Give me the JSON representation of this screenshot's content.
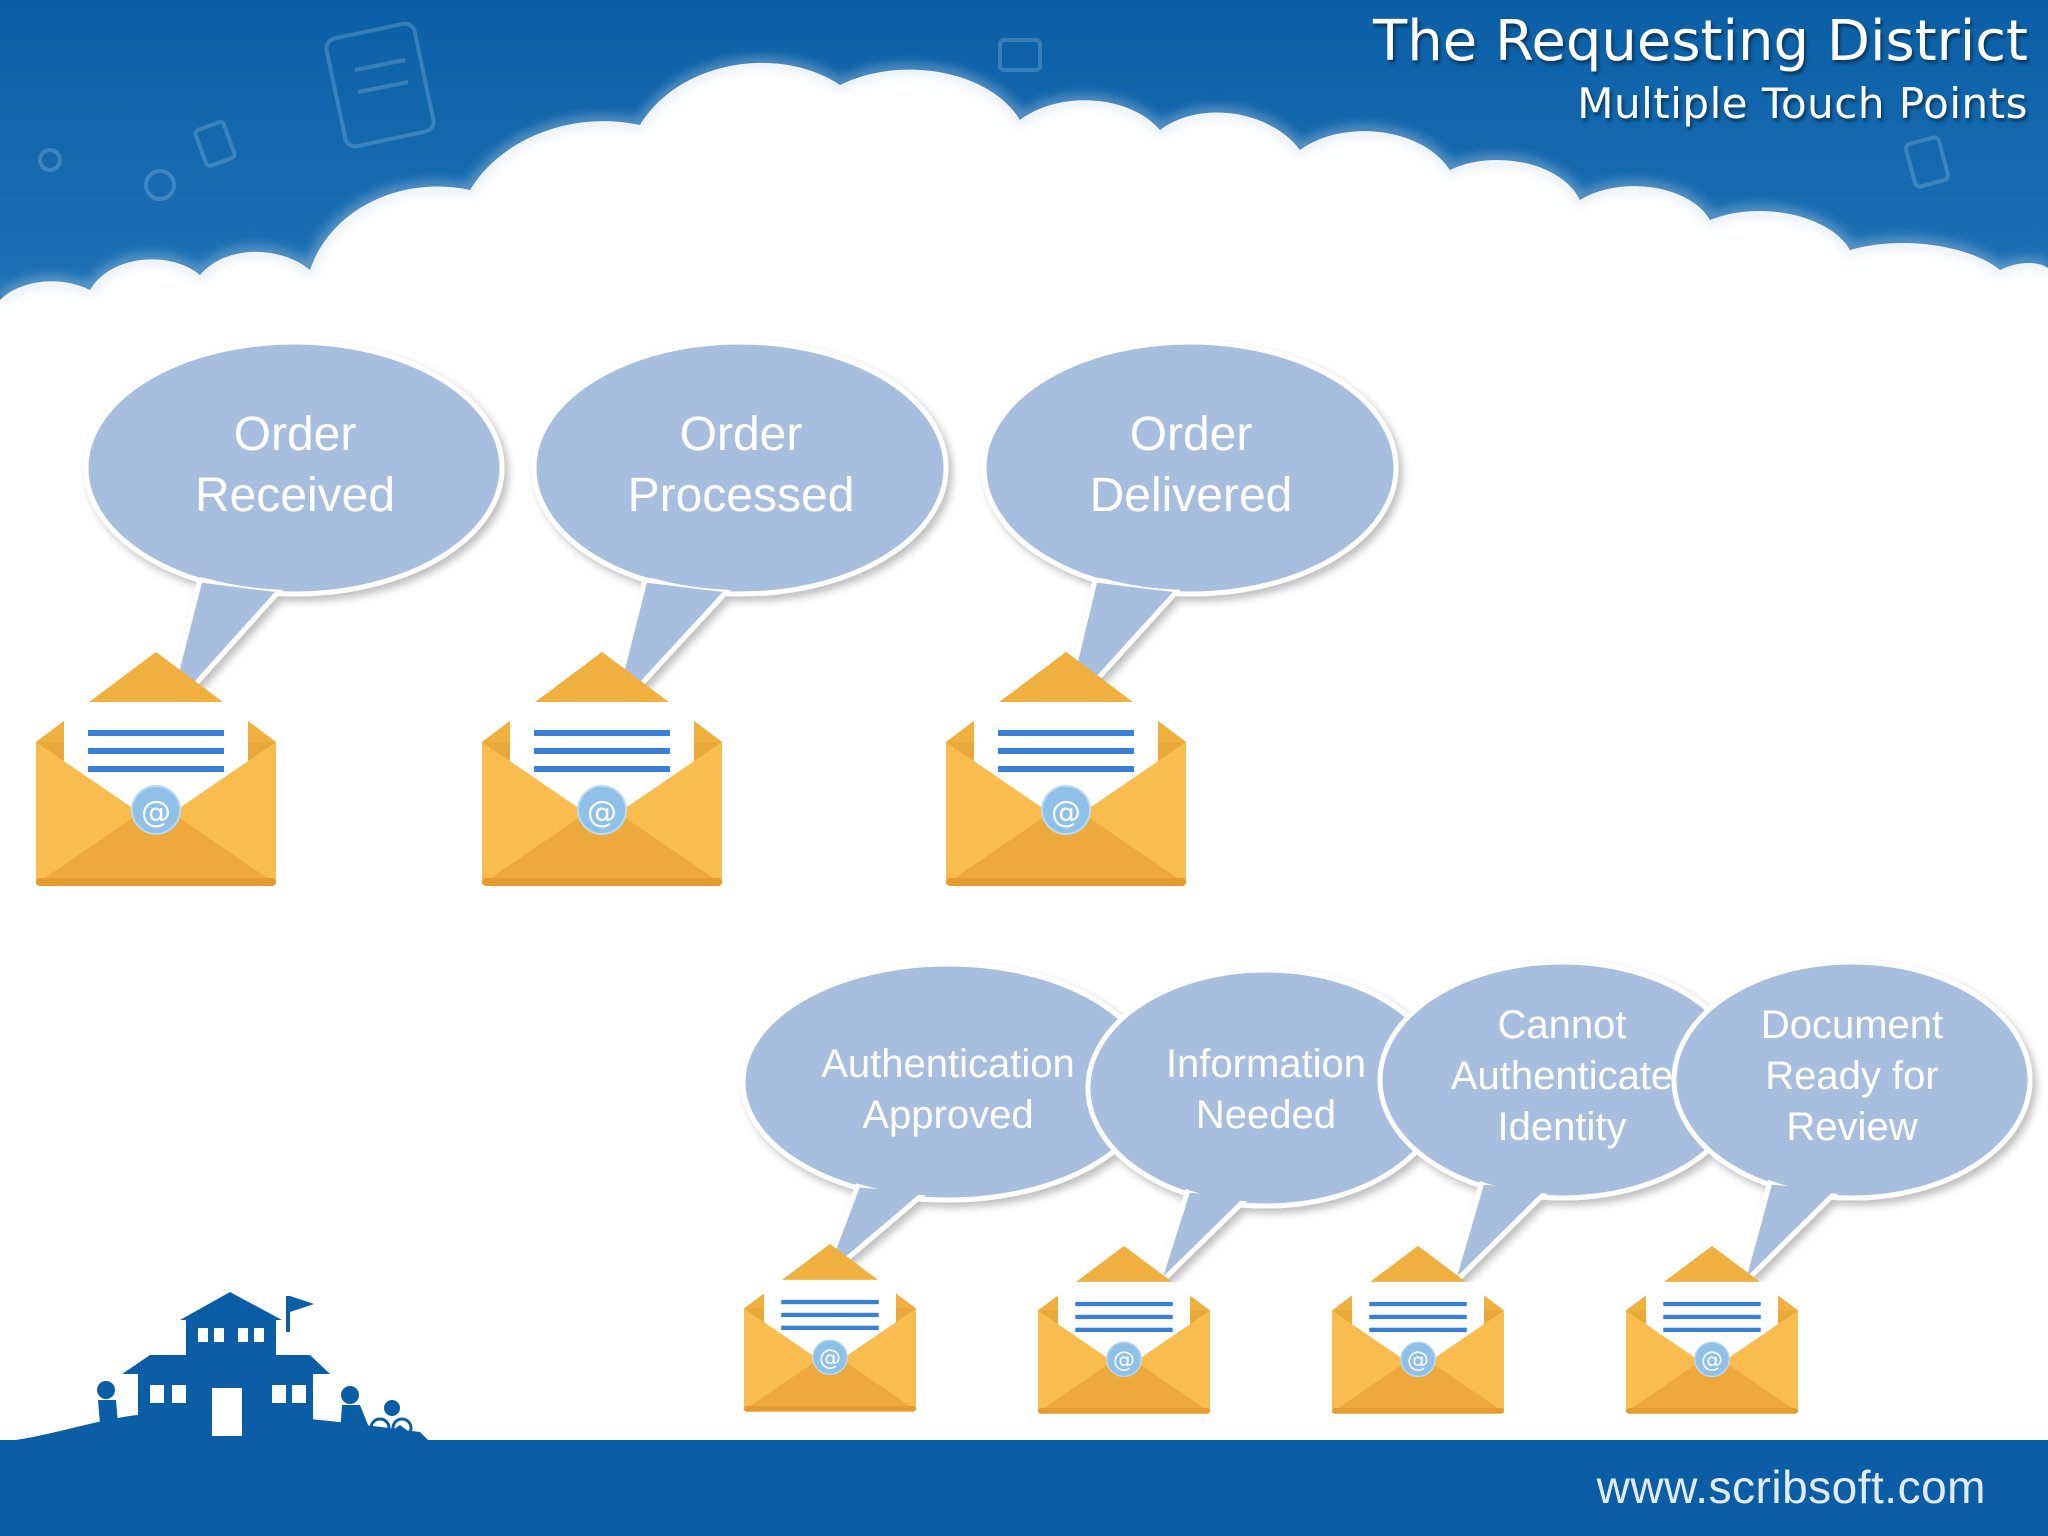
{
  "title": "The Requesting District",
  "subtitle": "Multiple Touch Points",
  "footer_url": "www.scribsoft.com",
  "colors": {
    "sky_blue": "#0a5fa6",
    "bubble_fill": "#a8bedf",
    "envelope_orange": "#f4b445",
    "footer_blue": "#0b5ea5"
  },
  "top_notifications": [
    {
      "label": "Order\nReceived"
    },
    {
      "label": "Order\nProcessed"
    },
    {
      "label": "Order\nDelivered"
    }
  ],
  "bottom_notifications": [
    {
      "label": "Authentication\nApproved"
    },
    {
      "label": "Information\nNeeded"
    },
    {
      "label": "Cannot\nAuthenticate\nIdentity"
    },
    {
      "label": "Document\nReady for\nReview"
    }
  ],
  "envelope_icon": "email-envelope-icon",
  "at_symbol": "@"
}
